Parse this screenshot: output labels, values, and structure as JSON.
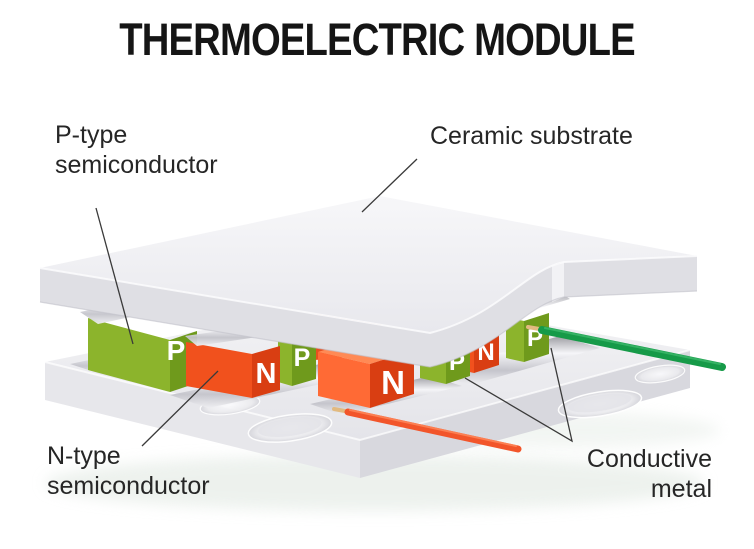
{
  "title": "THERMOELECTRIC MODULE",
  "labels": {
    "p_type": {
      "line1": "P-type",
      "line2": "semiconductor"
    },
    "ceramic": {
      "text": "Ceramic substrate"
    },
    "n_type": {
      "line1": "N-type",
      "line2": "semiconductor"
    },
    "conductive": {
      "line1": "Conductive",
      "line2": "metal"
    }
  },
  "module": {
    "blocks": [
      {
        "letter": "P",
        "type": "p-type-semiconductor"
      },
      {
        "letter": "N",
        "type": "n-type-semiconductor"
      },
      {
        "letter": "P",
        "type": "p-type-semiconductor"
      },
      {
        "letter": "N",
        "type": "n-type-semiconductor"
      },
      {
        "letter": "P",
        "type": "p-type-semiconductor"
      },
      {
        "letter": "N",
        "type": "n-type-semiconductor"
      },
      {
        "letter": "P",
        "type": "p-type-semiconductor"
      }
    ],
    "wires": [
      {
        "name": "orange-wire",
        "color": "#F2552A",
        "highlight": "#FF8A5C",
        "tip_color": "#E2BA80"
      },
      {
        "name": "green-wire",
        "color": "#169A48",
        "highlight": "#3DB96C",
        "tip_color": "#E2BA80"
      }
    ]
  },
  "colors": {
    "p_front": "#8CB42C",
    "p_side": "#6F9A1C",
    "n_front": "#F1511D",
    "n_side": "#D93E12",
    "n_top": "#FF8A55",
    "n_front_big": "#FF6A35",
    "letter": "#FFFFFF",
    "ceramic": "#F0F0F3",
    "leader_line": "#3A3A3A",
    "title_text": "#151515",
    "label_text": "#262626"
  }
}
